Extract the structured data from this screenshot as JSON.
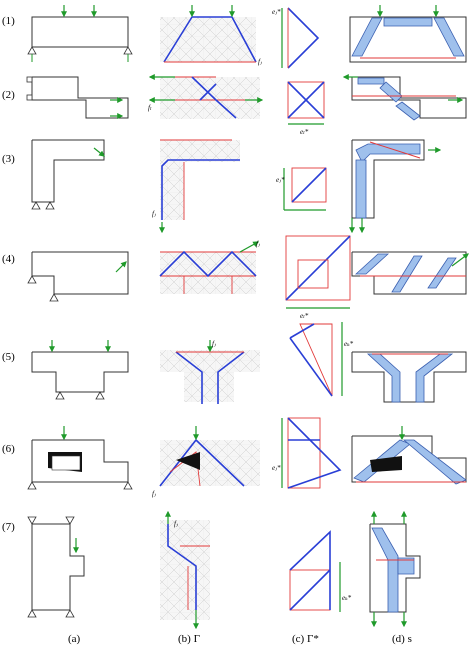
{
  "rows": [
    {
      "label": "(1)"
    },
    {
      "label": "(2)"
    },
    {
      "label": "(3)"
    },
    {
      "label": "(4)"
    },
    {
      "label": "(5)"
    },
    {
      "label": "(6)"
    },
    {
      "label": "(7)"
    }
  ],
  "columns": [
    {
      "label": "(a)"
    },
    {
      "label": "(b) Γ"
    },
    {
      "label": "(c) Γ*"
    },
    {
      "label": "(d) s"
    }
  ],
  "vector_labels": {
    "f_l": "fₗ",
    "f_j": "fⱼ",
    "e_l": "eₗ*",
    "e_j": "eⱼ*",
    "e_k": "eₖ*"
  },
  "colors": {
    "load_arrow": "#1f9a2a",
    "compression": "#2a3fd6",
    "tension": "#e23a3a",
    "strut_fill": "#9fc0ec",
    "grid": "#c8c8c8"
  }
}
